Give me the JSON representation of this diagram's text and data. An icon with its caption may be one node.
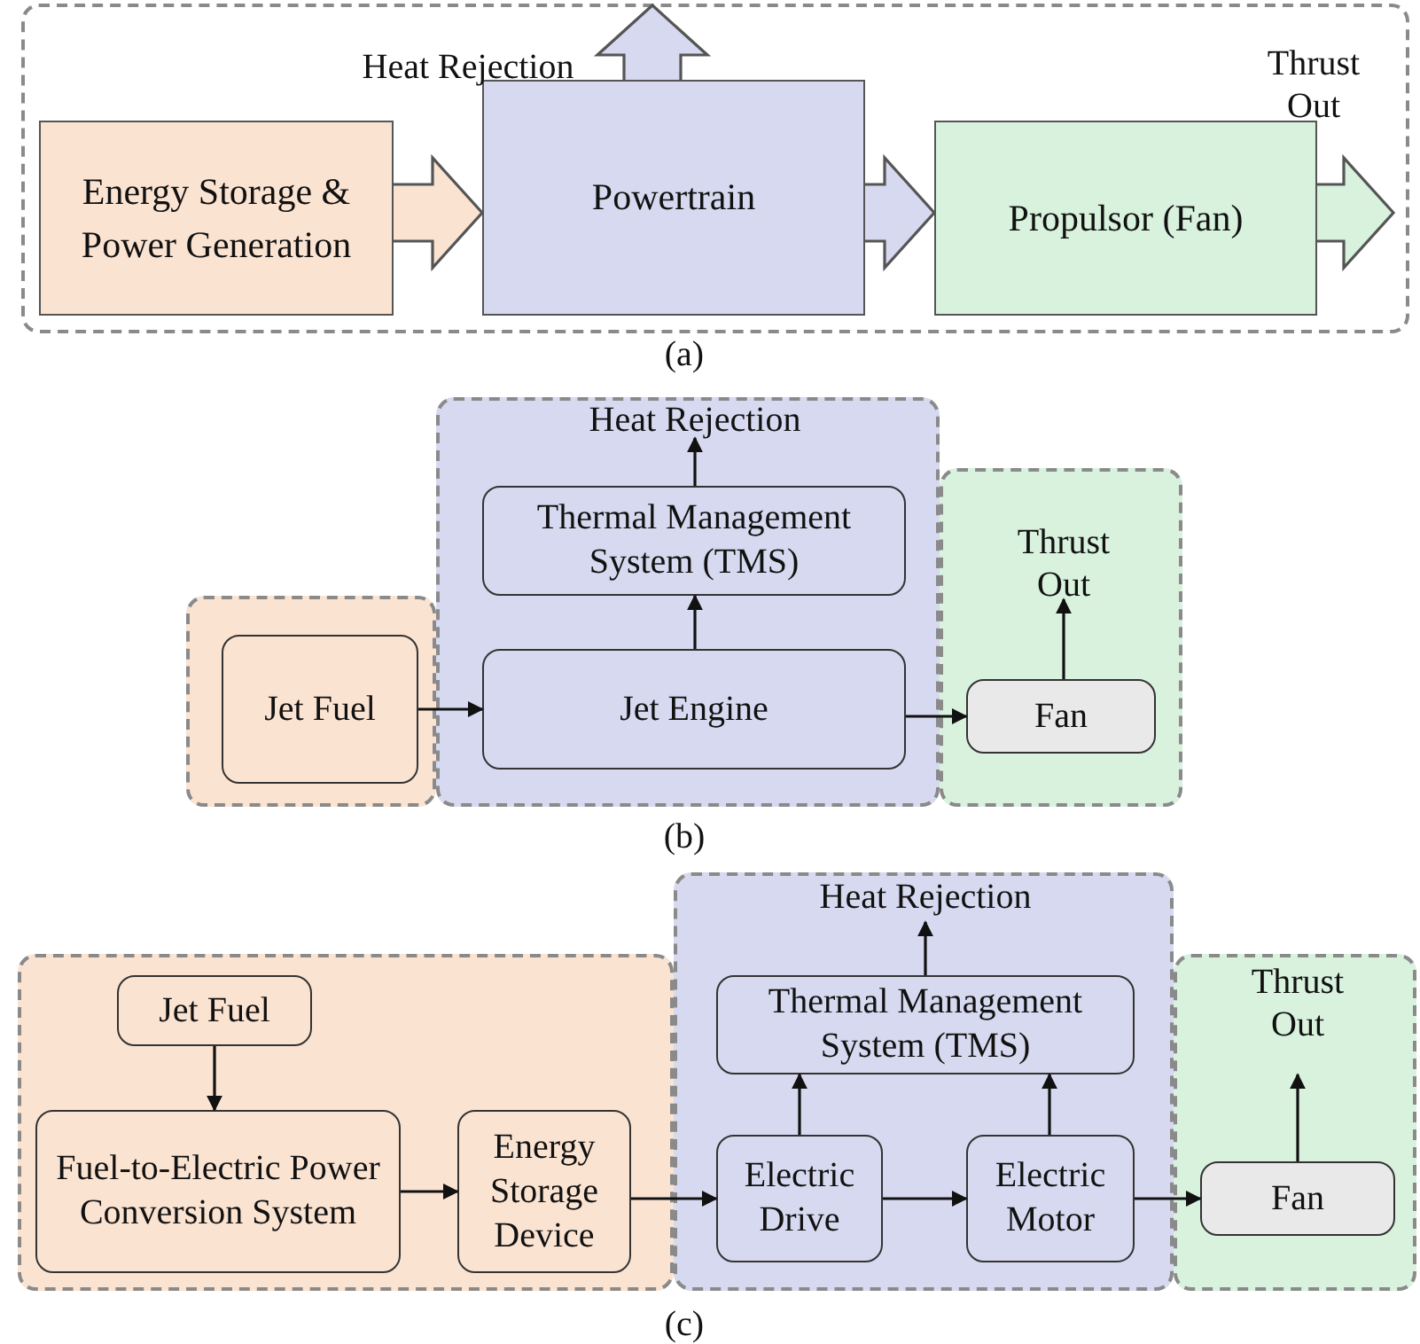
{
  "diagram": {
    "nodes": [
      {
        "text": [],
        "shape": "box"
      },
      {
        "text": [
          "Energy Storage & Power Generation"
        ],
        "in": 0
      },
      {
        "text": [
          "Powertrain"
        ],
        "in": 0
      },
      {
        "text": [
          "Propulsor (Fan)"
        ],
        "in": 0
      },
      {
        "text": [],
        "shape": "box"
      },
      {
        "text": [
          "Jet Fuel"
        ],
        "in": 4
      },
      {
        "text": [],
        "shape": "box"
      },
      {
        "text": [
          "Thermal Management System (TMS)"
        ],
        "in": 6
      },
      {
        "text": [
          "Jet Engine"
        ],
        "in": 6
      },
      {
        "text": [],
        "shape": "box"
      },
      {
        "text": [
          "Fan"
        ],
        "in": 9
      },
      {
        "text": [],
        "shape": "box"
      },
      {
        "text": [
          "Jet Fuel"
        ],
        "in": 11
      },
      {
        "text": [
          "Fuel-to-Electric Power Conversion System"
        ],
        "in": 11
      },
      {
        "text": [
          "Energy Storage Device"
        ],
        "in": 11
      },
      {
        "text": [],
        "shape": "box"
      },
      {
        "text": [
          "Thermal Management System (TMS)"
        ],
        "in": 15
      },
      {
        "text": [
          "Electric Drive"
        ],
        "in": 15
      },
      {
        "text": [
          "Electric Motor"
        ],
        "in": 15
      },
      {
        "text": [],
        "shape": "box"
      },
      {
        "text": [
          "Fan"
        ],
        "in": 19
      }
    ],
    "edges": [
      {
        "from": 1,
        "to": 2,
        "arrow": "to",
        "style": "thick"
      },
      {
        "from": 2,
        "to": 3,
        "arrow": "to",
        "style": "thick"
      },
      {
        "from": 2,
        "to": null,
        "arrow": "to",
        "style": "thick",
        "label": "Heat Rejection"
      },
      {
        "from": 3,
        "to": null,
        "arrow": "to",
        "style": "thick",
        "label": "Thrust Out"
      },
      {
        "from": 5,
        "to": 8,
        "arrow": "to"
      },
      {
        "from": 8,
        "to": 7,
        "arrow": "to"
      },
      {
        "from": 8,
        "to": 10,
        "arrow": "to"
      },
      {
        "from": 7,
        "to": null,
        "arrow": "to",
        "label": "Heat Rejection"
      },
      {
        "from": 10,
        "to": null,
        "arrow": "to",
        "label": "Thrust Out"
      },
      {
        "from": 12,
        "to": 13,
        "arrow": "to"
      },
      {
        "from": 13,
        "to": 14,
        "arrow": "to"
      },
      {
        "from": 14,
        "to": 17,
        "arrow": "to"
      },
      {
        "from": 17,
        "to": 16,
        "arrow": "to"
      },
      {
        "from": 18,
        "to": 16,
        "arrow": "to"
      },
      {
        "from": 17,
        "to": 18,
        "arrow": "to"
      },
      {
        "from": 18,
        "to": 20,
        "arrow": "to"
      },
      {
        "from": 16,
        "to": null,
        "arrow": "to",
        "label": "Heat Rejection"
      },
      {
        "from": 20,
        "to": null,
        "arrow": "to",
        "label": "Thrust Out"
      }
    ],
    "labels": [
      "(a)",
      "(b)",
      "(c)"
    ]
  }
}
